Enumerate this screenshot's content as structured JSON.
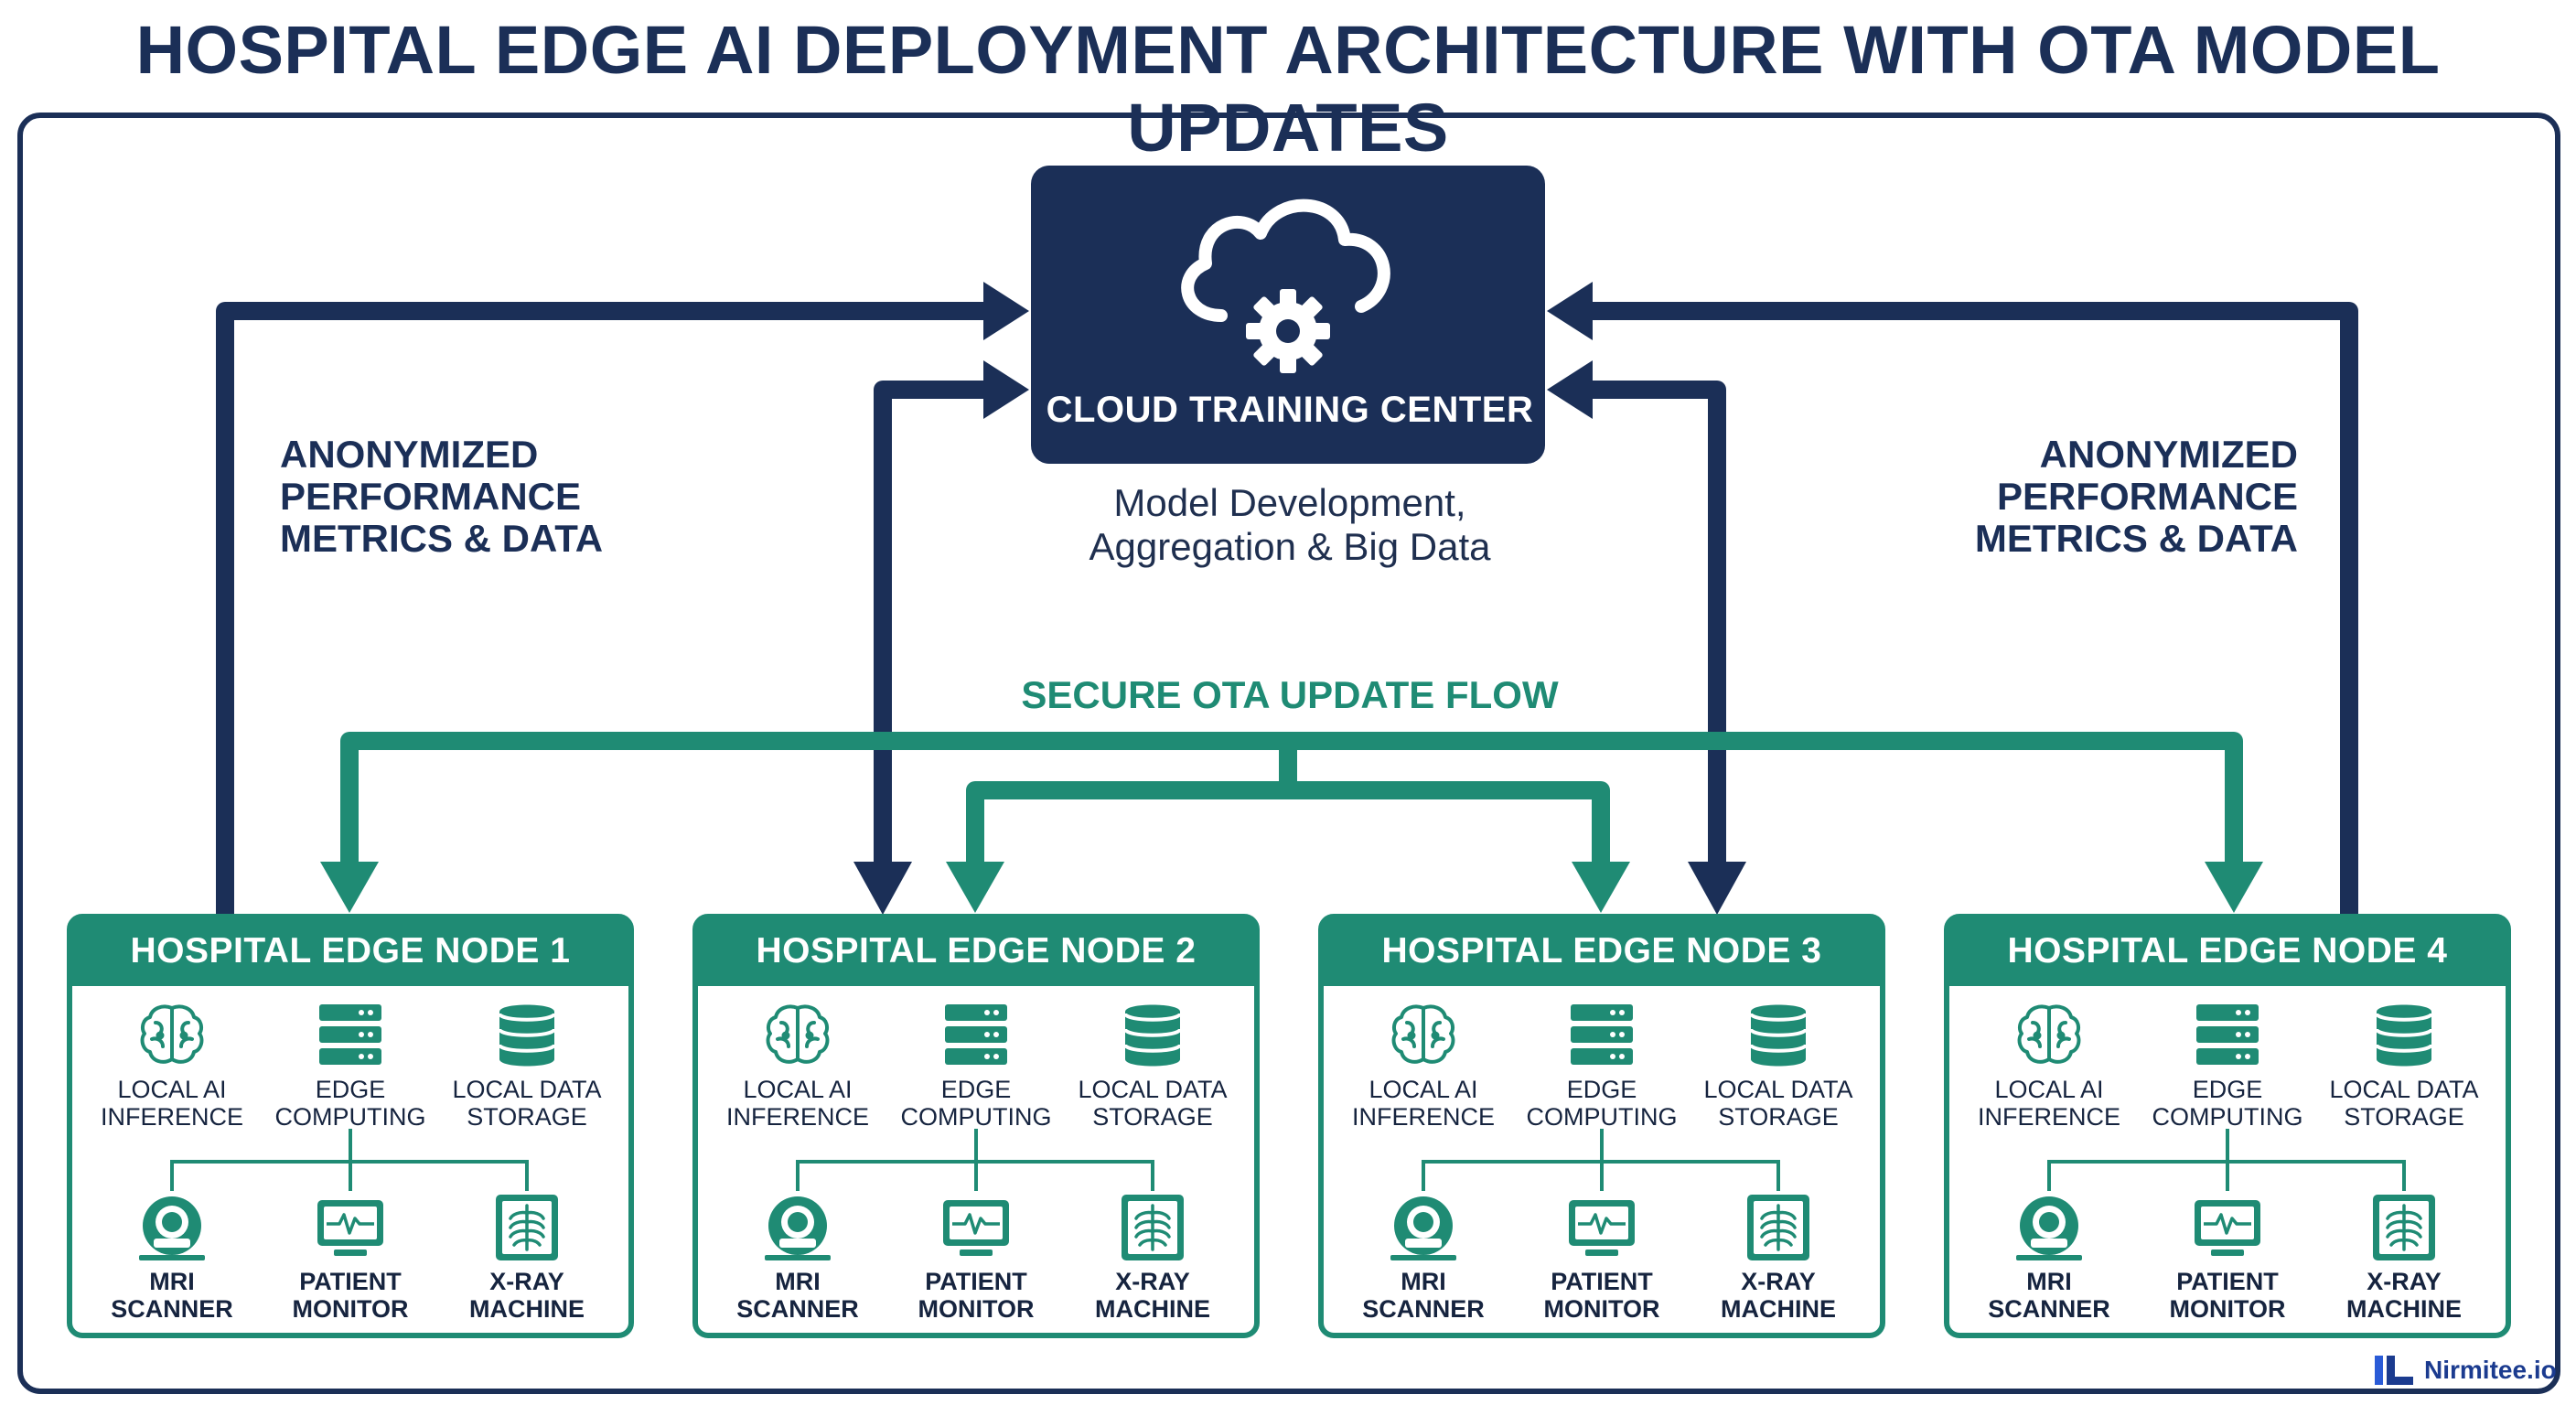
{
  "title": "HOSPITAL EDGE AI DEPLOYMENT ARCHITECTURE WITH OTA MODEL UPDATES",
  "colors": {
    "navy": "#1b2f57",
    "teal": "#1f8b74",
    "frame": "#1b2f57"
  },
  "cloud": {
    "icon": "cloud-gear-icon",
    "title": "CLOUD TRAINING CENTER",
    "subtitle_lines": [
      "Model Development,",
      "Aggregation & Big Data"
    ]
  },
  "metrics_left": [
    "ANONYMIZED",
    "PERFORMANCE",
    "METRICS & DATA"
  ],
  "metrics_right": [
    "ANONYMIZED",
    "PERFORMANCE",
    "METRICS & DATA"
  ],
  "ota_label": "SECURE OTA UPDATE FLOW",
  "nodes": [
    {
      "title": "HOSPITAL EDGE NODE 1",
      "components": [
        {
          "icon": "brain-icon",
          "lines": [
            "LOCAL AI",
            "INFERENCE"
          ]
        },
        {
          "icon": "server-icon",
          "lines": [
            "EDGE",
            "COMPUTING"
          ]
        },
        {
          "icon": "database-icon",
          "lines": [
            "LOCAL DATA",
            "STORAGE"
          ]
        }
      ],
      "devices": [
        {
          "icon": "mri-scanner-icon",
          "lines": [
            "MRI",
            "SCANNER"
          ]
        },
        {
          "icon": "patient-monitor-icon",
          "lines": [
            "PATIENT",
            "MONITOR"
          ]
        },
        {
          "icon": "xray-machine-icon",
          "lines": [
            "X-RAY",
            "MACHINE"
          ]
        }
      ]
    },
    {
      "title": "HOSPITAL EDGE NODE 2",
      "components": [
        {
          "icon": "brain-icon",
          "lines": [
            "LOCAL AI",
            "INFERENCE"
          ]
        },
        {
          "icon": "server-icon",
          "lines": [
            "EDGE",
            "COMPUTING"
          ]
        },
        {
          "icon": "database-icon",
          "lines": [
            "LOCAL DATA",
            "STORAGE"
          ]
        }
      ],
      "devices": [
        {
          "icon": "mri-scanner-icon",
          "lines": [
            "MRI",
            "SCANNER"
          ]
        },
        {
          "icon": "patient-monitor-icon",
          "lines": [
            "PATIENT",
            "MONITOR"
          ]
        },
        {
          "icon": "xray-machine-icon",
          "lines": [
            "X-RAY",
            "MACHINE"
          ]
        }
      ]
    },
    {
      "title": "HOSPITAL EDGE NODE 3",
      "components": [
        {
          "icon": "brain-icon",
          "lines": [
            "LOCAL AI",
            "INFERENCE"
          ]
        },
        {
          "icon": "server-icon",
          "lines": [
            "EDGE",
            "COMPUTING"
          ]
        },
        {
          "icon": "database-icon",
          "lines": [
            "LOCAL DATA",
            "STORAGE"
          ]
        }
      ],
      "devices": [
        {
          "icon": "mri-scanner-icon",
          "lines": [
            "MRI",
            "SCANNER"
          ]
        },
        {
          "icon": "patient-monitor-icon",
          "lines": [
            "PATIENT",
            "MONITOR"
          ]
        },
        {
          "icon": "xray-machine-icon",
          "lines": [
            "X-RAY",
            "MACHINE"
          ]
        }
      ]
    },
    {
      "title": "HOSPITAL EDGE NODE 4",
      "components": [
        {
          "icon": "brain-icon",
          "lines": [
            "LOCAL AI",
            "INFERENCE"
          ]
        },
        {
          "icon": "server-icon",
          "lines": [
            "EDGE",
            "COMPUTING"
          ]
        },
        {
          "icon": "database-icon",
          "lines": [
            "LOCAL DATA",
            "STORAGE"
          ]
        }
      ],
      "devices": [
        {
          "icon": "mri-scanner-icon",
          "lines": [
            "MRI",
            "SCANNER"
          ]
        },
        {
          "icon": "patient-monitor-icon",
          "lines": [
            "PATIENT",
            "MONITOR"
          ]
        },
        {
          "icon": "xray-machine-icon",
          "lines": [
            "X-RAY",
            "MACHINE"
          ]
        }
      ]
    }
  ],
  "brand": {
    "text": "Nirmitee.io",
    "icon": "nirmitee-logo-icon"
  }
}
